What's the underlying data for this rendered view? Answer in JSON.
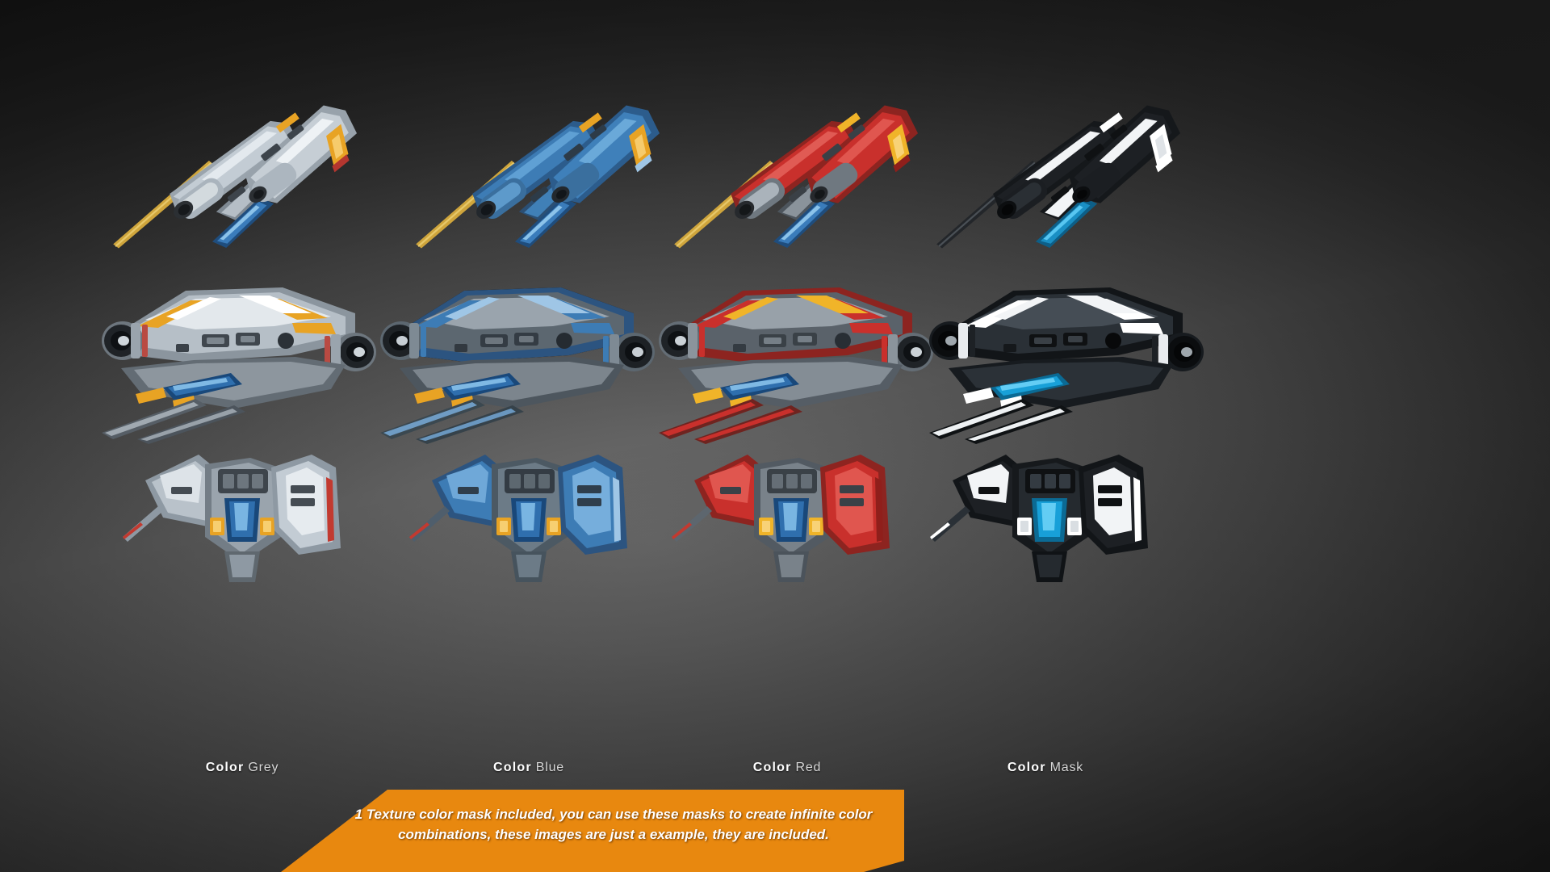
{
  "background": {
    "center_color": "#6b6b6b",
    "edge_color": "#1b1b1b"
  },
  "gallery": {
    "rows": 3,
    "columns": 4,
    "row_names": [
      "top-view-ship",
      "angled-view-ship",
      "front-view-ship"
    ],
    "variants": [
      {
        "id": "grey",
        "label_bold": "Color",
        "label_normal": "Grey",
        "hull_primary": "#b9c2ca",
        "hull_secondary": "#8e99a3",
        "hull_dark": "#4c545c",
        "accent": "#e8a324",
        "accent_secondary": "#d9d9d9",
        "cockpit": "#2f6fae",
        "trim": "#ffffff"
      },
      {
        "id": "blue",
        "label_bold": "Color",
        "label_normal": "Blue",
        "hull_primary": "#3d7cb5",
        "hull_secondary": "#2e6293",
        "hull_dark": "#40474f",
        "accent": "#e8a324",
        "accent_secondary": "#8ab6dd",
        "cockpit": "#2f6fae",
        "trim": "#9fc6e6"
      },
      {
        "id": "red",
        "label_bold": "Color",
        "label_normal": "Red",
        "hull_primary": "#c9302c",
        "hull_secondary": "#9b2622",
        "hull_dark": "#444b53",
        "accent": "#f0b429",
        "accent_secondary": "#e0564f",
        "cockpit": "#2f6fae",
        "trim": "#e8a09c"
      },
      {
        "id": "mask",
        "label_bold": "Color",
        "label_normal": "Mask",
        "hull_primary": "#f2f4f6",
        "hull_secondary": "#1d2024",
        "hull_dark": "#0f1113",
        "accent": "#ffffff",
        "accent_secondary": "#3a4046",
        "cockpit": "#22a7e8",
        "trim": "#ffffff"
      }
    ]
  },
  "banner": {
    "fill_color": "#e8880f",
    "line1_strong": "1 Texture color mask included",
    "line1_rest": ", you can use these masks to create infinite color",
    "line2": "combinations, these images are just a example, they are included."
  }
}
